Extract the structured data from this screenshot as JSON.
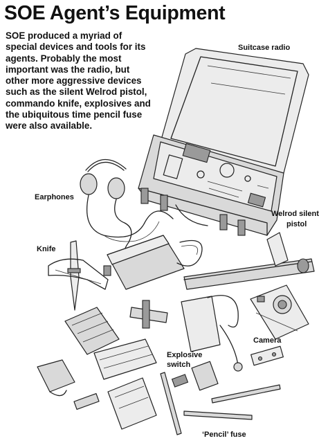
{
  "title": "SOE Agent’s Equipment",
  "intro": "SOE produced a myriad of special devices and tools for its agents. Probably the most important was the radio, but other more aggressive devices such as the silent Welrod pistol, commando knife, explosives and the ubiquitous time pencil fuse were also available.",
  "labels": {
    "suitcase_radio": "Suitcase radio",
    "earphones": "Earphones",
    "knife": "Knife",
    "welrod_line1": "Welrod silent",
    "welrod_line2": "pistol",
    "camera": "Camera",
    "explosive_line1": "Explosive",
    "explosive_line2": "switch",
    "pencil_fuse": "‘Pencil’ fuse"
  }
}
